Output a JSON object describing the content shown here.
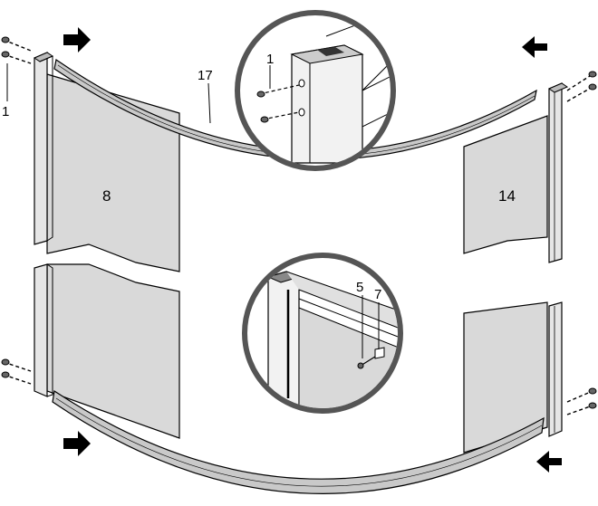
{
  "labels": {
    "screw_left": "1",
    "profile_top": "17",
    "screw_detail": "1",
    "panel_left": "8",
    "panel_right": "14",
    "part_5": "5",
    "part_7": "7"
  },
  "arrows": [
    "arrow-right-icon",
    "arrow-left-icon",
    "arrow-right-icon",
    "arrow-left-icon"
  ],
  "colors": {
    "panel_fill": "#d9d9d9",
    "profile_fill": "#c9c9c9",
    "outline": "#000000",
    "background": "#ffffff"
  }
}
